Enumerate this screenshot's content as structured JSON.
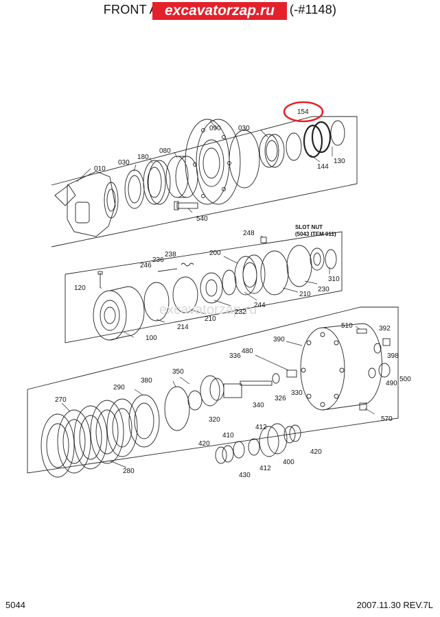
{
  "title": {
    "prefix": "FRONT A",
    "suffix": "(-#1148)"
  },
  "watermark": {
    "top": "excavatorzap.ru",
    "middle": "excavatorzap.ru"
  },
  "slot_nut_note": {
    "line1": "SLOT NUT",
    "line2": "(5043 ITEM 011)"
  },
  "highlight_color": "#e4202a",
  "parts": {
    "p154": "154",
    "p090": "090",
    "p030a": "030",
    "p130": "130",
    "p144": "144",
    "p080": "080",
    "p180": "180",
    "p030b": "030",
    "p010": "010",
    "p540": "540",
    "p248": "248",
    "p200": "200",
    "p238": "238",
    "p236": "236",
    "p246": "246",
    "p310": "310",
    "p230": "230",
    "p210a": "210",
    "p244": "244",
    "p232": "232",
    "p210b": "210",
    "p214": "214",
    "p120": "120",
    "p100": "100",
    "p510": "510",
    "p392": "392",
    "p390": "390",
    "p398": "398",
    "p480": "480",
    "p336": "336",
    "p500": "500",
    "p490": "490",
    "p350": "350",
    "p380": "380",
    "p290": "290",
    "p330": "330",
    "p326": "326",
    "p340": "340",
    "p320": "320",
    "p270": "270",
    "p570": "570",
    "p412a": "412",
    "p410": "410",
    "p420a": "420",
    "p420b": "420",
    "p400": "400",
    "p412b": "412",
    "p430": "430",
    "p280": "280"
  },
  "footer": {
    "page": "5044",
    "date_rev": "2007.11.30  REV.7L"
  }
}
